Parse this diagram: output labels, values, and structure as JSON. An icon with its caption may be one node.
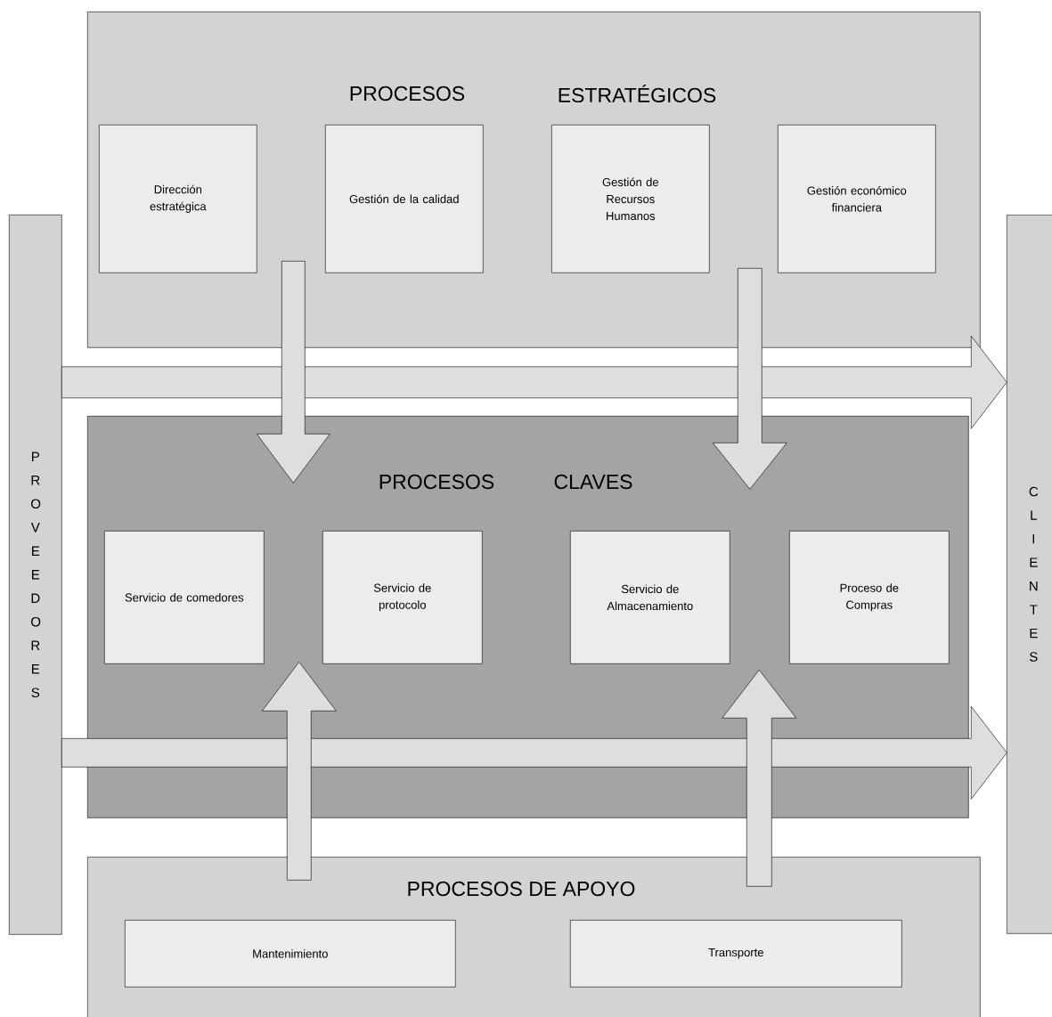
{
  "diagram": {
    "nodes": [
      {
        "text": [
          "PROCESOS",
          "ESTRATÉGICOS"
        ]
      },
      {
        "text": [
          "Dirección estratégica"
        ],
        "in": 0
      },
      {
        "text": [
          "Gestión de la calidad"
        ],
        "in": 0
      },
      {
        "text": [
          "Gestión de Recursos Humanos"
        ],
        "in": 0
      },
      {
        "text": [
          "Gestión económico financiera"
        ],
        "in": 0
      },
      {
        "text": [
          "PROCESOS",
          "CLAVES"
        ]
      },
      {
        "text": [
          "Servicio de comedores"
        ],
        "in": 5
      },
      {
        "text": [
          "Servicio de protocolo"
        ],
        "in": 5
      },
      {
        "text": [
          "Servicio de Almacenamiento"
        ],
        "in": 5
      },
      {
        "text": [
          "Proceso de Compras"
        ],
        "in": 5
      },
      {
        "text": [
          "PROCESOS DE APOYO"
        ]
      },
      {
        "text": [
          "Mantenimiento"
        ],
        "in": 10
      },
      {
        "text": [
          "Transporte"
        ],
        "in": 10
      },
      {
        "text": [
          "PROVEEDORES"
        ]
      },
      {
        "text": [
          "CLIENTES"
        ]
      }
    ],
    "edges": [
      {
        "from": 13,
        "to": 14,
        "arrow": "to"
      },
      {
        "from": 13,
        "to": 14,
        "arrow": "to"
      },
      {
        "from": 0,
        "to": 5,
        "arrow": "to"
      },
      {
        "from": 0,
        "to": 5,
        "arrow": "to"
      },
      {
        "from": 10,
        "to": 5,
        "arrow": "to"
      },
      {
        "from": 10,
        "to": 5,
        "arrow": "to"
      }
    ]
  }
}
